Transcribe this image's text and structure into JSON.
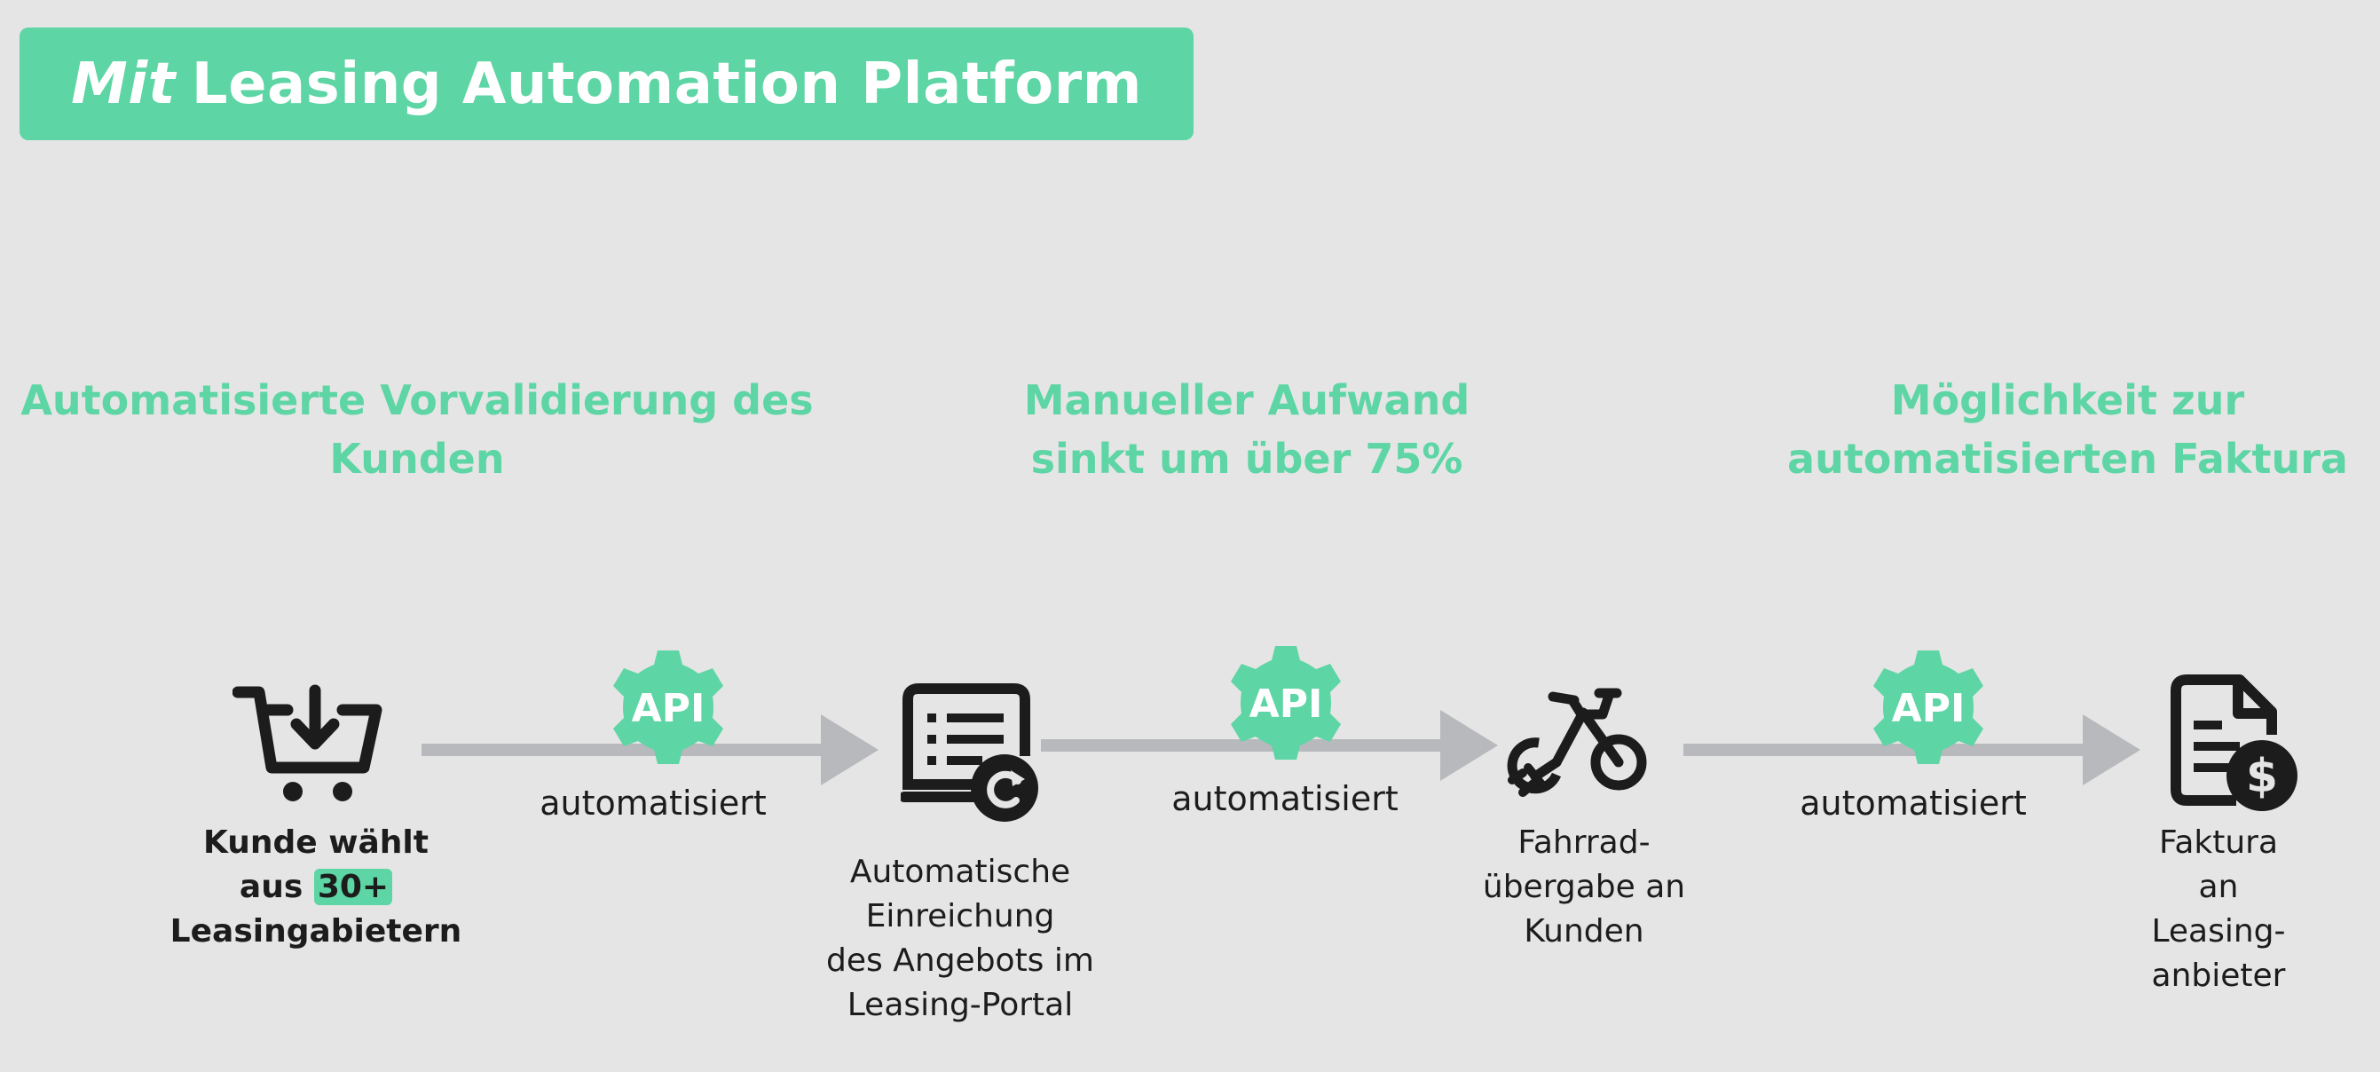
{
  "header": {
    "title_italic": "Mit",
    "title_rest": "Leasing Automation Platform"
  },
  "benefits": [
    "Automatisierte Vorvalidierung des Kunden",
    "Manueller Aufwand sinkt um über 75%",
    "Möglichkeit zur automatisierten Faktura"
  ],
  "steps": {
    "step1": {
      "line1": "Kunde wählt",
      "line2_prefix": "aus",
      "line2_highlight": "30+",
      "line3": "Leasingabietern"
    },
    "step2": {
      "line1": "Automatische",
      "line2": "Einreichung",
      "line3": "des Angebots im",
      "line4": "Leasing-Portal"
    },
    "step3": {
      "line1": "Fahrrad-",
      "line2": "übergabe an",
      "line3": "Kunden"
    },
    "step4": {
      "line1": "Faktura",
      "line2": "an",
      "line3": "Leasing-",
      "line4": "anbieter"
    }
  },
  "connectors": [
    {
      "badge": "API",
      "label": "automatisiert"
    },
    {
      "badge": "API",
      "label": "automatisiert"
    },
    {
      "badge": "API",
      "label": "automatisiert"
    }
  ],
  "icons": [
    "shopping-cart-download-icon",
    "document-refresh-icon",
    "e-bike-icon",
    "invoice-dollar-icon",
    "api-gear-icon"
  ],
  "colors": {
    "accent": "#5dd5a4",
    "background": "#e5e5e5",
    "arrow": "#b8b9bd",
    "icon": "#1c1c1c"
  }
}
